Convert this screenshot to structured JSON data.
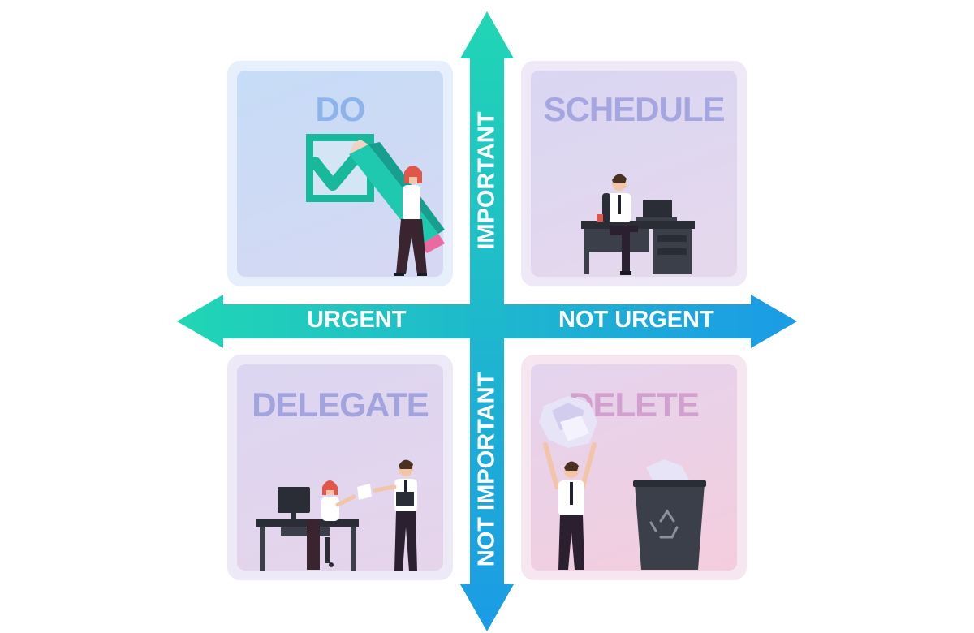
{
  "quadrants": {
    "do": {
      "title": "DO",
      "color": "#8db3ea"
    },
    "schedule": {
      "title": "SCHEDULE",
      "color": "#a5a6e0"
    },
    "delegate": {
      "title": "DELEGATE",
      "color": "#a3a3de"
    },
    "delete": {
      "title": "DELETE",
      "color": "#d2a0cf"
    }
  },
  "axes": {
    "left": "URGENT",
    "right": "NOT URGENT",
    "top": "IMPORTANT",
    "bottom": "NOT IMPORTANT"
  },
  "colors": {
    "arrow_start": "#21d6b4",
    "arrow_end": "#1b9be6",
    "text_dark": "#232330",
    "accent_teal": "#18b89c"
  }
}
